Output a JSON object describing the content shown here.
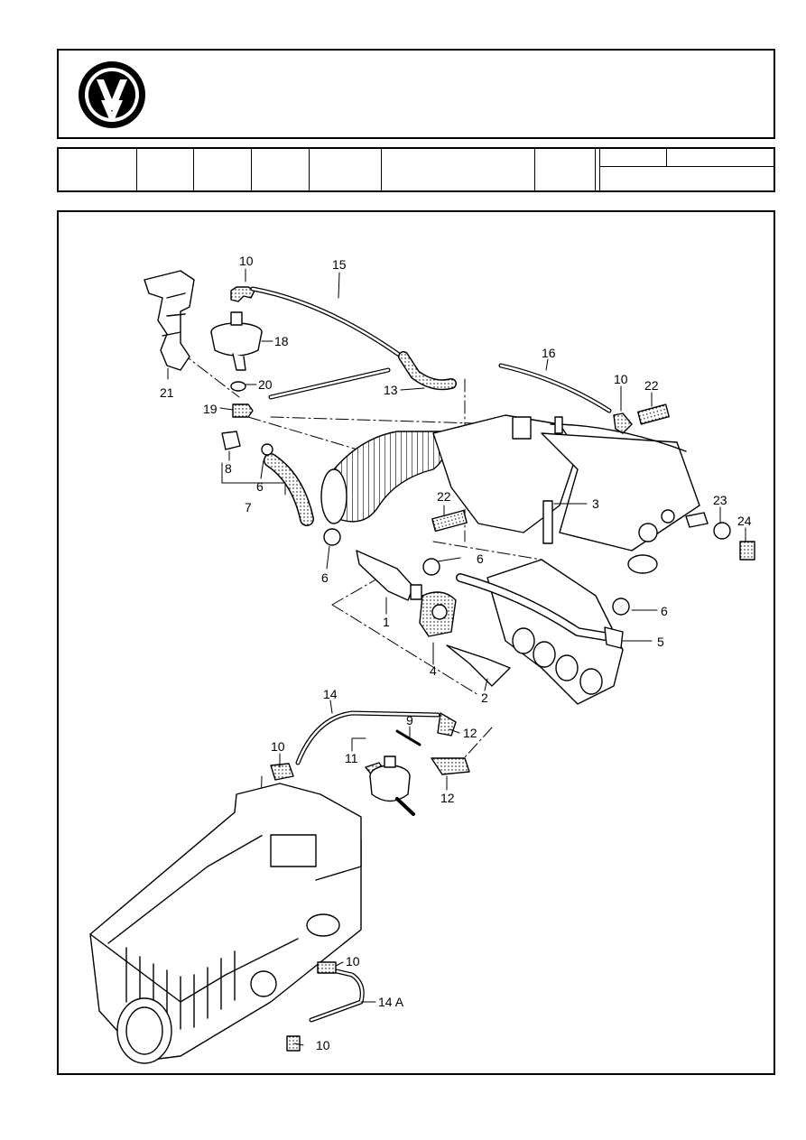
{
  "header": {
    "logo": {
      "name": "volkswagen-logo",
      "lettering": "VW"
    },
    "title_grid": {
      "cells": [
        "",
        "",
        "",
        "",
        "",
        "",
        "",
        "",
        ""
      ]
    }
  },
  "diagram": {
    "callouts": {
      "c10a": "10",
      "c15": "15",
      "c18": "18",
      "c20": "20",
      "c21": "21",
      "c19": "19",
      "c13": "13",
      "c16": "16",
      "c10b": "10",
      "c22a": "22",
      "c8": "8",
      "c6a": "6",
      "c7": "7",
      "c22b": "22",
      "c3": "3",
      "c23": "23",
      "c24": "24",
      "c6b": "6",
      "c6c": "6",
      "c6d": "6",
      "c1": "1",
      "c4": "4",
      "c5": "5",
      "c2": "2",
      "c14": "14",
      "c9": "9",
      "c12a": "12",
      "c10c": "10",
      "c11": "11",
      "c12b": "12",
      "c10d": "10",
      "c14a": "14 A",
      "c10e": "10"
    }
  }
}
